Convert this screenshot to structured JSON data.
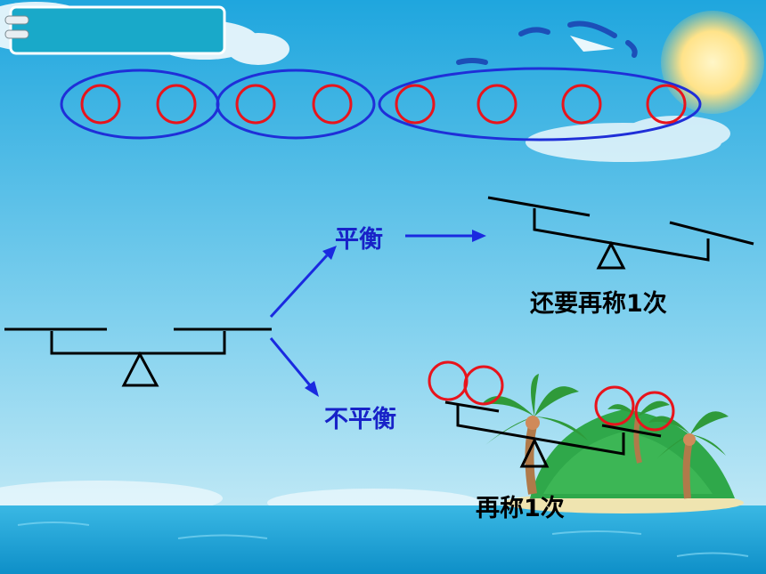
{
  "labels": {
    "balanced": "平衡",
    "unbalanced": "不平衡",
    "weigh_once_more": "还要再称1次",
    "weigh_again": "再称1次"
  },
  "groups": [
    {
      "name": "group-a",
      "ball_count": 2
    },
    {
      "name": "group-b",
      "ball_count": 2
    },
    {
      "name": "group-c",
      "ball_count": 4
    }
  ],
  "colors": {
    "sky_top": "#1fa6de",
    "sky_bottom": "#bfe8f6",
    "sea": "#18a7d8",
    "ball_stroke": "#e8141c",
    "group_ellipse": "#1f2fd8",
    "arrow": "#1a2ae0",
    "label_blue": "#1822c8",
    "title_box": "#19a9c9",
    "island": "#2fa84a",
    "sand": "#efe4b0"
  }
}
